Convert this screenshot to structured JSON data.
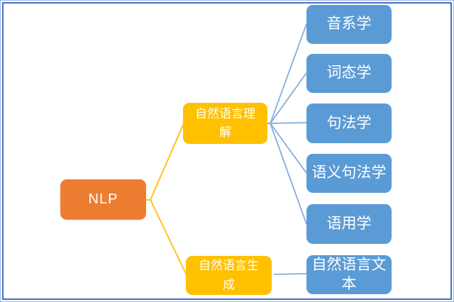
{
  "diagram": {
    "type": "hierarchy",
    "root": {
      "label": "NLP"
    },
    "branches": [
      {
        "label": "自然语言理解",
        "children": [
          {
            "label": "音系学"
          },
          {
            "label": "词态学"
          },
          {
            "label": "句法学"
          },
          {
            "label": "语义句法学"
          },
          {
            "label": "语用学"
          }
        ]
      },
      {
        "label": "自然语言生成",
        "children": [
          {
            "label": "自然语言文本"
          }
        ]
      }
    ]
  },
  "colors": {
    "root_node": "#ED7D31",
    "branch_node": "#FFC000",
    "leaf_node": "#5B9BD5",
    "branch_connector": "#FFC41C",
    "leaf_connector": "#85ACDC",
    "node_text": "#FFFFFF",
    "border_outer": "#A4B8E0",
    "border_inner": "#4472C4",
    "background": "#FFFFFF"
  }
}
